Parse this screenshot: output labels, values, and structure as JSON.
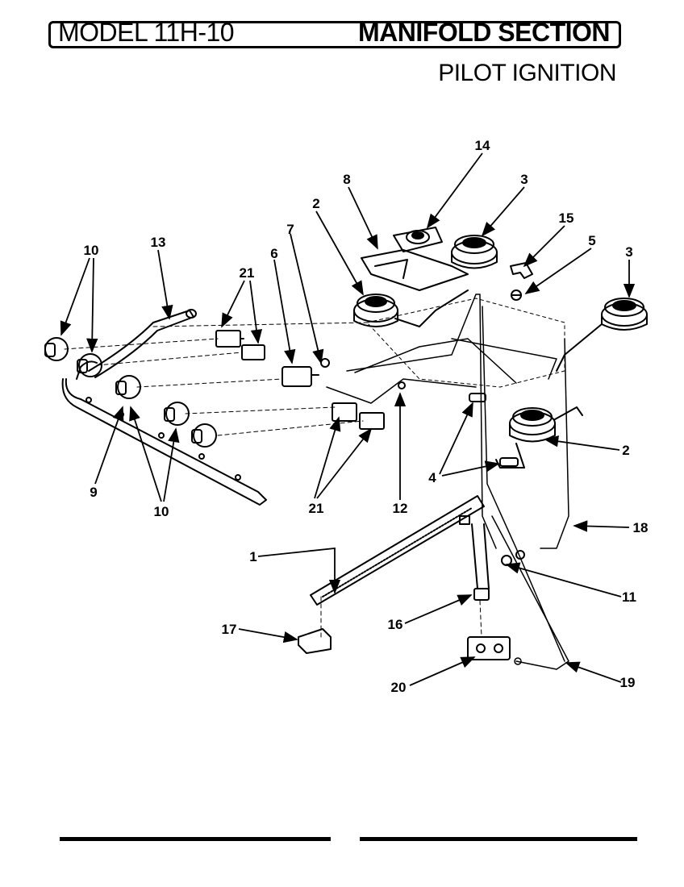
{
  "header": {
    "model_label": "MODEL 11H-10",
    "section_title": "MANIFOLD SECTION",
    "subtitle": "PILOT IGNITION"
  },
  "callouts": {
    "c14": "14",
    "c8": "8",
    "c3a": "3",
    "c2a": "2",
    "c15": "15",
    "c5": "5",
    "c3b": "3",
    "c7": "7",
    "c6": "6",
    "c21a": "21",
    "c13": "13",
    "c10a": "10",
    "c9": "9",
    "c10b": "10",
    "c21b": "21",
    "c12": "12",
    "c4": "4",
    "c2b": "2",
    "c18": "18",
    "c1": "1",
    "c11": "11",
    "c17": "17",
    "c16": "16",
    "c19": "19",
    "c20": "20"
  }
}
